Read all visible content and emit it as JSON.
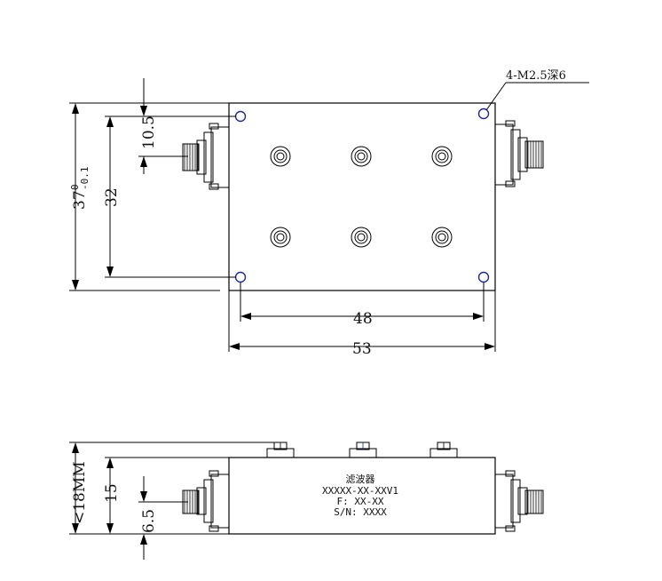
{
  "colors": {
    "line": "#000000",
    "hole": "#1a2a9a",
    "background": "#ffffff"
  },
  "top_view": {
    "hole_note": "4-M2.5深6",
    "dims": {
      "d_10_5": "10.5",
      "d_32": "32",
      "d_37": "37",
      "d_37_tol_upper": "0",
      "d_37_tol_lower": "-0.1",
      "d_48": "48",
      "d_53": "53"
    }
  },
  "side_view": {
    "label_lines": [
      "滤波器",
      "XXXXX-XX-XXV1",
      "F: XX-XX",
      "S/N: XXXX"
    ],
    "dims": {
      "d_18": "<18MM",
      "d_15": "15",
      "d_6_5": "6.5"
    }
  }
}
